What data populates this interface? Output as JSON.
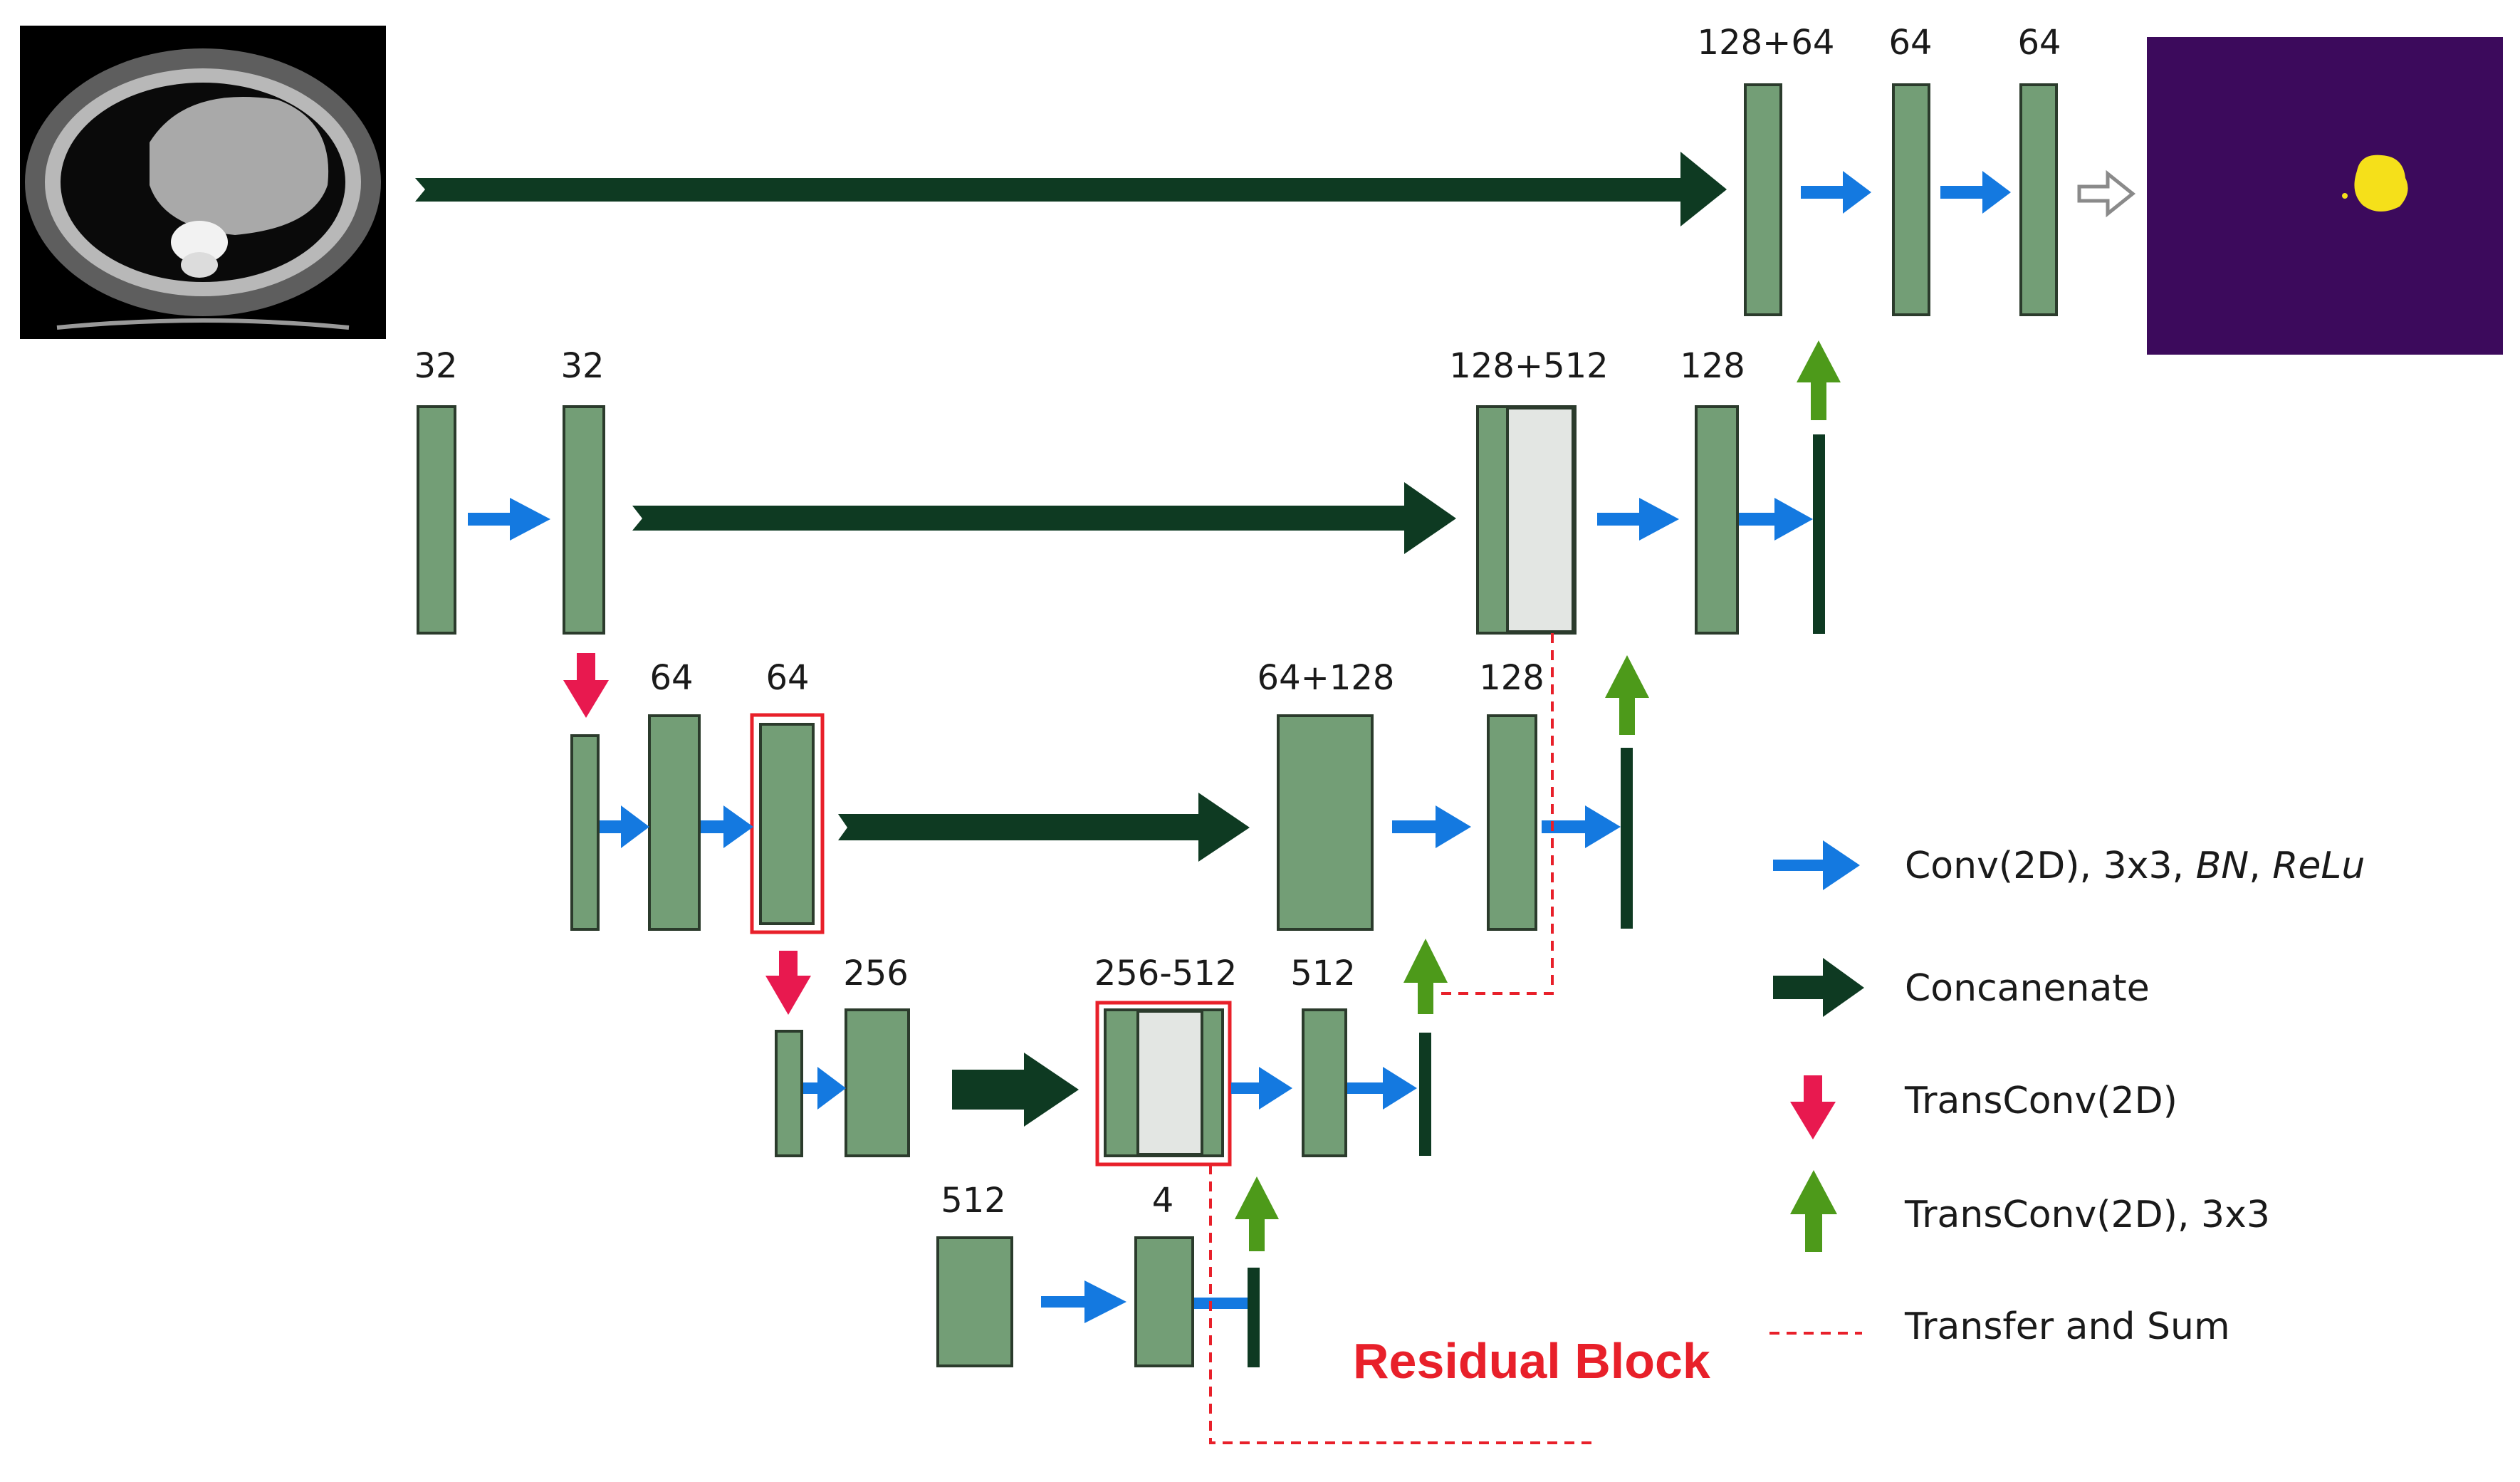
{
  "blocks": {
    "top": {
      "c1": "128+64",
      "c2": "64",
      "c3": "64"
    },
    "l1": {
      "a": "32",
      "b": "32",
      "cat": "128+512",
      "d": "128"
    },
    "l2": {
      "b": "64",
      "c": "64",
      "cat": "64+128",
      "d": "128"
    },
    "l3": {
      "b": "256",
      "cat": "256-512",
      "d": "512"
    },
    "l4": {
      "a": "512",
      "b": "4"
    }
  },
  "legend": {
    "conv": "Conv(2D), 3x3, ",
    "conv_bn": "BN",
    "conv_sep": ", ",
    "conv_relu": "ReLu",
    "concat": "Concanenate",
    "transconv": "TransConv(2D)",
    "transconv3": "TransConv(2D), 3x3",
    "transfer": "Transfer and Sum"
  },
  "residual_label": "Residual Block",
  "colors": {
    "block": "#739e76",
    "concat_arrow": "#0e3a22",
    "conv_arrow": "#1479e0",
    "down_arrow": "#e8194f",
    "up_arrow": "#4d9a1a",
    "residual": "#e8202a",
    "mask_bg": "#3c0a5c",
    "mask_blob": "#f5e01a"
  },
  "icons": [
    "ct-scan-image",
    "segmentation-mask-image",
    "output-hollow-arrow-icon"
  ]
}
